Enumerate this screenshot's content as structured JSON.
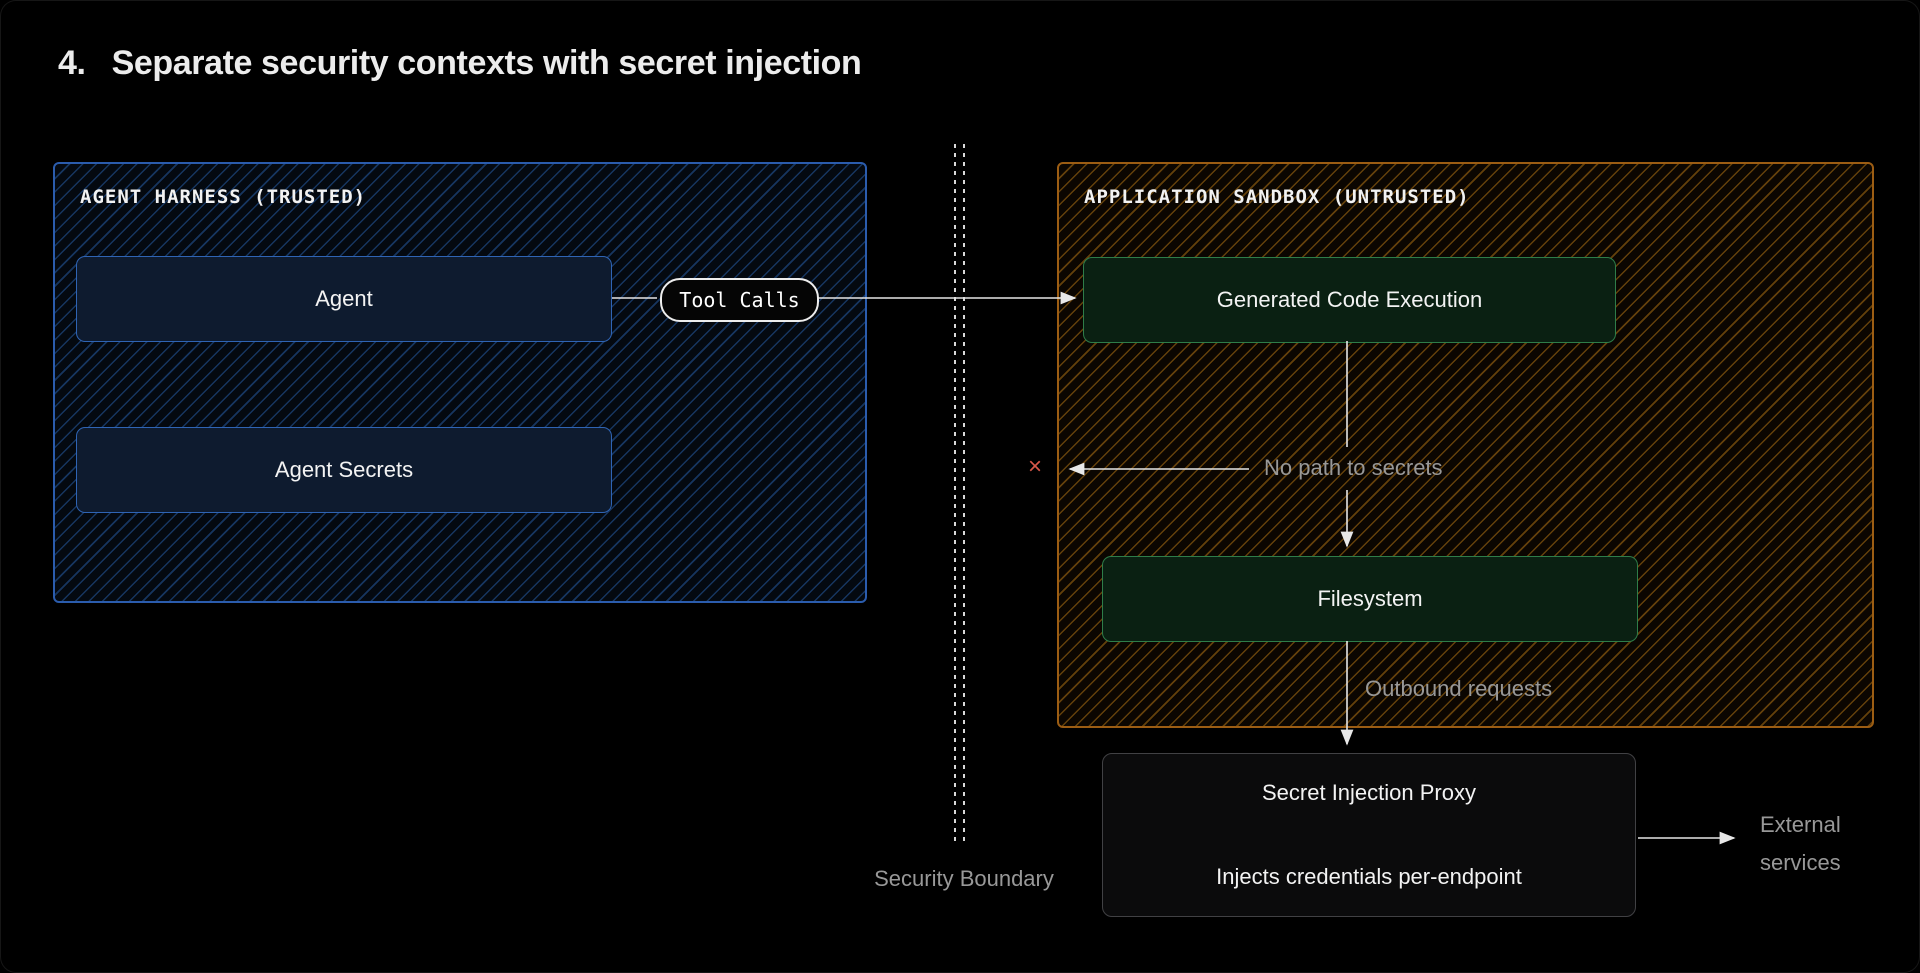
{
  "page": {
    "title_number": "4.",
    "title": "Separate security contexts with secret injection"
  },
  "harness": {
    "label": "AGENT HARNESS (TRUSTED)",
    "accent_color": "#2f64b4",
    "nodes": [
      {
        "label": "Agent"
      },
      {
        "label": "Agent Secrets"
      }
    ]
  },
  "sandbox": {
    "label": "APPLICATION SANDBOX (UNTRUSTED)",
    "accent_color": "#9c5d13",
    "node_color": "#2e7d49",
    "nodes": [
      {
        "label": "Generated Code Execution"
      },
      {
        "label": "Filesystem"
      }
    ]
  },
  "connectors": {
    "tool_calls_label": "Tool Calls",
    "no_path_label": "No path to secrets",
    "outbound_label": "Outbound requests",
    "blocked_marker": "×",
    "blocked_color": "#d9584a",
    "line_color": "#e6e6e6"
  },
  "proxy": {
    "title": "Secret Injection Proxy",
    "subtitle": "Injects credentials per-endpoint"
  },
  "external": {
    "line1": "External",
    "line2": "services"
  },
  "boundary": {
    "label": "Security Boundary"
  },
  "colors": {
    "background": "#000000",
    "title_text": "#ececec",
    "annotation_text": "#989898"
  }
}
